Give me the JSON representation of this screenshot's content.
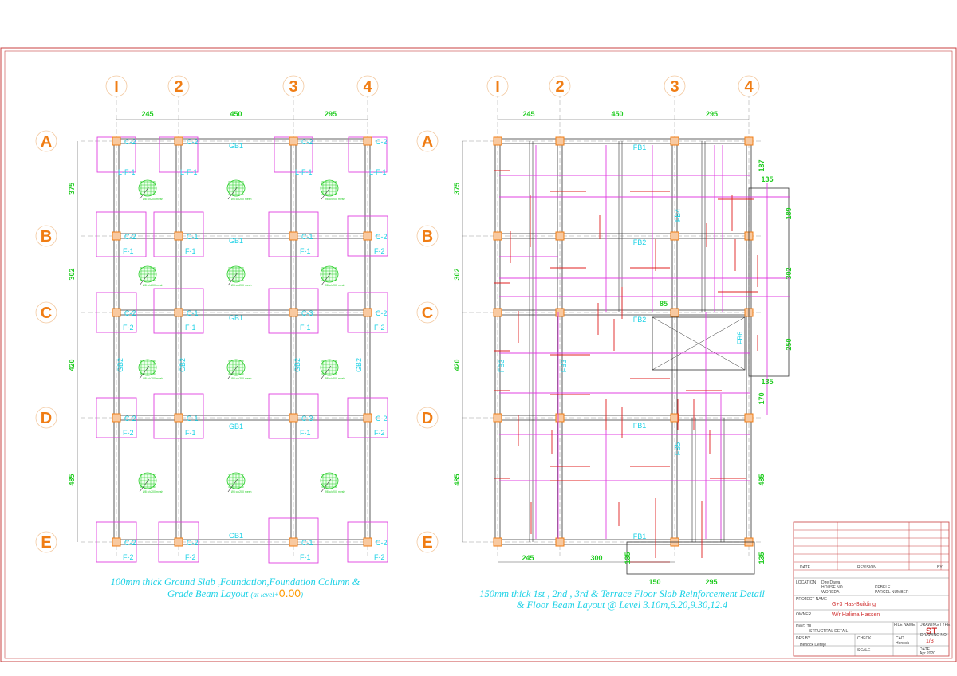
{
  "grid": {
    "columns": [
      "I",
      "2",
      "3",
      "4"
    ],
    "rows": [
      "A",
      "B",
      "C",
      "D",
      "E"
    ],
    "spans_x": [
      "245",
      "450",
      "295"
    ],
    "spans_y": [
      "375",
      "302",
      "420",
      "485"
    ]
  },
  "left_plan": {
    "caption_line1": "100mm thick Ground Slab ,Foundation,Foundation Column &",
    "caption_line2": "Grade Beam Layout",
    "caption_level_prefix": "(at level+",
    "caption_level_value": "0.00",
    "caption_level_suffix": ")",
    "beam_label": "GB1",
    "vertical_beam_label": "GB2",
    "mesh_note": "Ø8 c/c200 mesh",
    "footings": [
      {
        "col": "C-2",
        "f": "L-F-1"
      },
      {
        "col": "C-2",
        "f": "L-F-1"
      },
      {
        "col": "C-2",
        "f": "L-F-1"
      },
      {
        "col": "C-2",
        "f": "L-F-1"
      },
      {
        "col": "C-2",
        "f": "F-1"
      },
      {
        "col": "C-1",
        "f": "F-1"
      },
      {
        "col": "C-1",
        "f": "F-1"
      },
      {
        "col": "C-2",
        "f": "F-2"
      },
      {
        "col": "C-2",
        "f": "F-2"
      },
      {
        "col": "C-1",
        "f": "F-1"
      },
      {
        "col": "C-3",
        "f": "F-1"
      },
      {
        "col": "C-2",
        "f": "F-2"
      },
      {
        "col": "C-2",
        "f": "F-2"
      },
      {
        "col": "C-1",
        "f": "F-1"
      },
      {
        "col": "C-3",
        "f": "F-1"
      },
      {
        "col": "C-2",
        "f": "F-2"
      },
      {
        "col": "C-2",
        "f": "F-2"
      },
      {
        "col": "C-2",
        "f": "F-2"
      },
      {
        "col": "C-1",
        "f": "F-1"
      },
      {
        "col": "C-2",
        "f": "F-2"
      }
    ]
  },
  "right_plan": {
    "caption_line1": "150mm thick 1st , 2nd , 3rd & Terrace Floor Slab Reinforcement Detail",
    "caption_line2": "& Floor Beam Layout @ Level 3.10m,6.20,9.30,12.4",
    "beams": [
      "FB1",
      "FB2",
      "FB2",
      "FB1",
      "FB1",
      "FB3",
      "FB3",
      "FB4",
      "FB5",
      "FB6"
    ],
    "extra_dims": {
      "d187": "187",
      "d135a": "135",
      "d189": "189",
      "d302": "302",
      "d250": "250",
      "d135b": "135",
      "d170": "170",
      "d485": "485",
      "d135c": "135",
      "d85": "85",
      "b245": "245",
      "b300": "300",
      "b135": "135",
      "b150": "150",
      "b295": "295"
    }
  },
  "title_block": {
    "col_date": "DATE",
    "col_revision": "REVISION",
    "col_by": "BY",
    "location_label": "LOCATION",
    "location_value": "Dire Dawa",
    "house_no_label": "HOUSE NO",
    "woreda_label": "WOREDA",
    "kebele_label": "KEBELE",
    "parcel_label": "PARCEL NUMBER",
    "project_label": "PROJECT NAME",
    "project_value": "G+3 Has-Building",
    "owner_label": "OWNER",
    "owner_value": "W/r Halima Hassen",
    "dwg_label": "DWG.TIL",
    "dwg_value": "STRUCTRAL DETAIL",
    "file_name_label": "FILE NAME",
    "drawing_type_label": "DRAWING TYPE",
    "drawing_type_value": "ST",
    "des_by_label": "DES BY",
    "des_by_value": "Henock Dereje",
    "check_label": "CHECK",
    "cad_label": "CAD",
    "cad_value": "Henock",
    "drawing_no_label": "DRAWING NO",
    "drawing_no_value": "1/3",
    "scale_label": "SCALE",
    "date_label": "DATE",
    "date_value": "Apr.2020"
  }
}
